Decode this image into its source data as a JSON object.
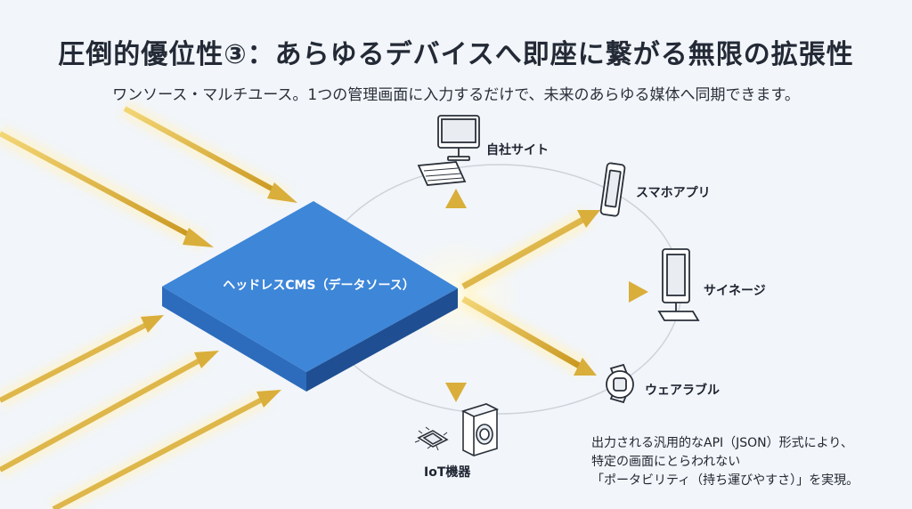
{
  "header": {
    "title": "圧倒的優位性③：あらゆるデバイスへ即座に繋がる無限の拡張性",
    "subtitle": "ワンソース・マルチユース。1つの管理画面に入力するだけで、未来のあらゆる媒体へ同期できます。"
  },
  "diagram": {
    "hub_label": "ヘッドレスCMS（データソース）",
    "devices": [
      {
        "label": "自社サイト",
        "icon": "desktop-computer-icon"
      },
      {
        "label": "スマホアプリ",
        "icon": "smartphone-icon"
      },
      {
        "label": "サイネージ",
        "icon": "digital-signage-icon"
      },
      {
        "label": "ウェアラブル",
        "icon": "smartwatch-icon"
      },
      {
        "label": "IoT機器",
        "icon": "iot-chip-washer-icon"
      }
    ]
  },
  "note": {
    "lines": [
      "出力される汎用的なAPI（JSON）形式により、",
      "特定の画面にとらわれない",
      "「ポータビリティ（持ち運びやすさ）」を実現。"
    ]
  },
  "colors": {
    "hub_top": "#3d86d8",
    "hub_side_left": "#2d6cbd",
    "hub_side_front": "#1f4f92",
    "arrow_gold": "#d9ae3a",
    "arrow_glow": "#fff3c6",
    "orbit_ring": "#c9ced6"
  }
}
